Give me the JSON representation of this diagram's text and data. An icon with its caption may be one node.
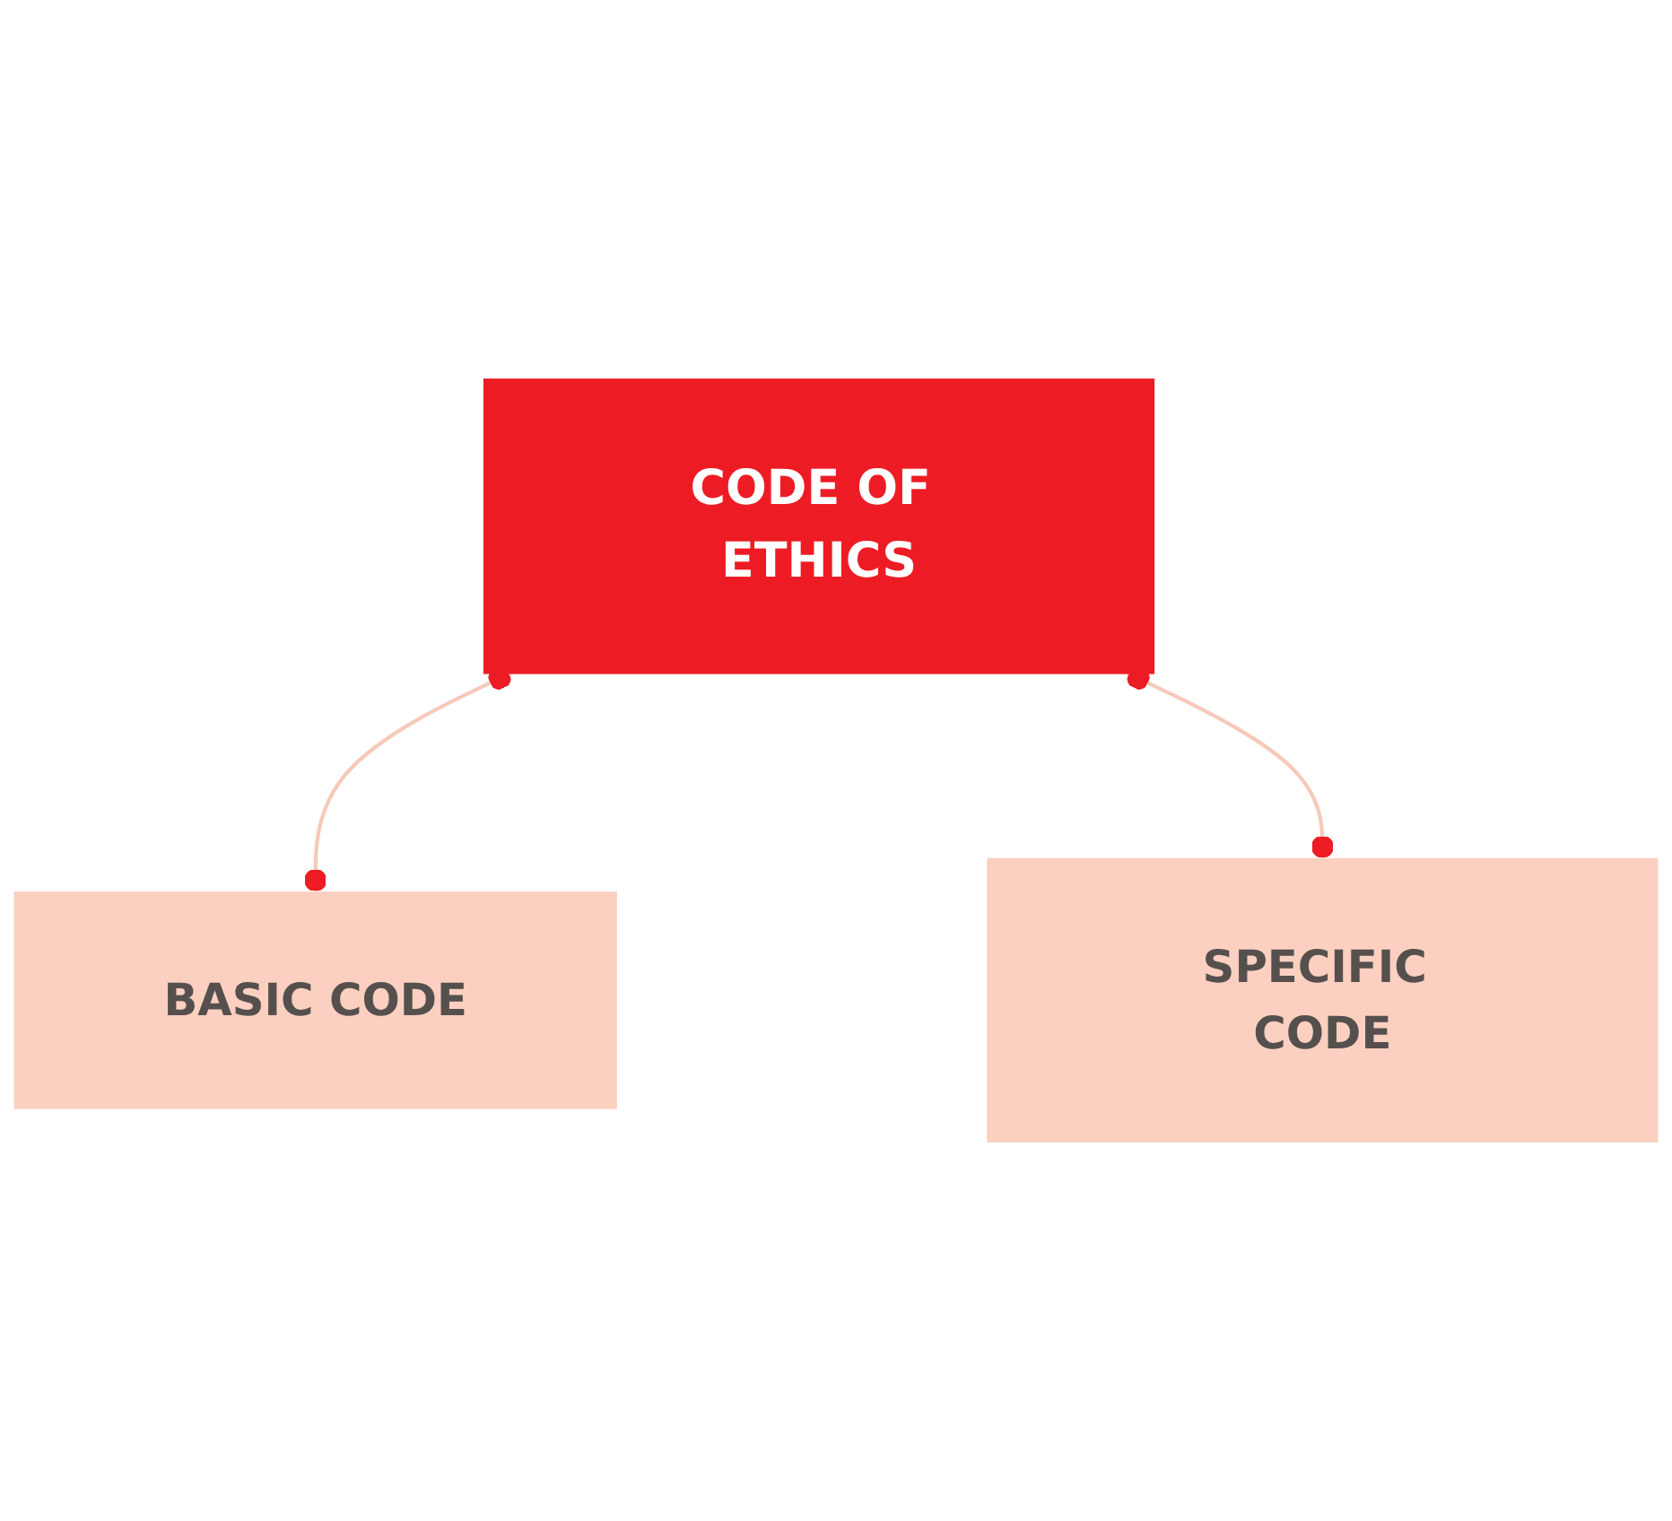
{
  "diagram": {
    "nodes": [
      {
        "text": [
          "CODE OF ETHICS"
        ]
      },
      {
        "text": [
          "BASIC CODE"
        ]
      },
      {
        "text": [
          "SPECIFIC CODE"
        ]
      }
    ],
    "edges": [
      {
        "from": 0,
        "to": 1,
        "arrow": "other"
      },
      {
        "from": 0,
        "to": 2,
        "arrow": "other"
      }
    ]
  }
}
